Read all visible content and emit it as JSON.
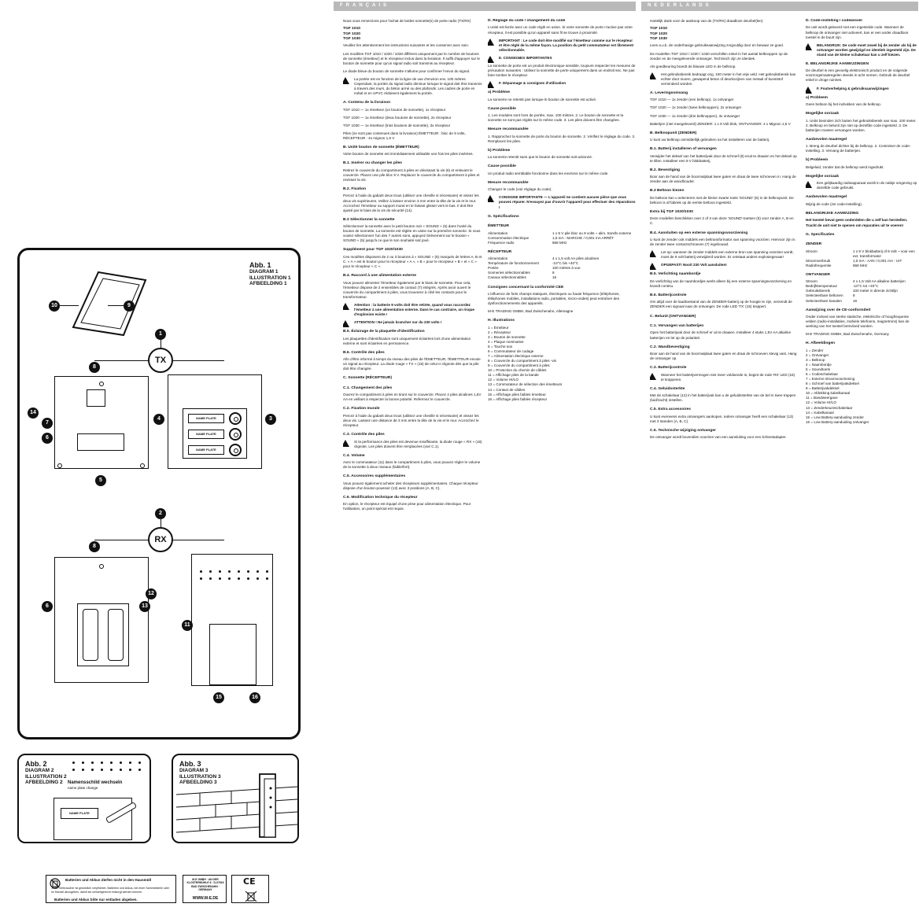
{
  "header": {
    "fr": "FRANÇAIS",
    "nl": "NEDERLANDS"
  },
  "fig1": {
    "title": "Abb. 1",
    "sub1": "DIAGRAM 1",
    "sub2": "ILLUSTRATION 1",
    "sub3": "AFBEELDING 1",
    "tx": "TX",
    "rx": "RX",
    "nameplate": "NAME PLATE",
    "markers": [
      "1",
      "2",
      "3",
      "4",
      "5",
      "6",
      "7",
      "8",
      "9",
      "10",
      "11",
      "12",
      "13",
      "14",
      "15",
      "16"
    ]
  },
  "fig2": {
    "title": "Abb. 2",
    "sub1": "DIAGRAM 2",
    "sub2": "ILLUSTRATION 2",
    "sub3": "AFBEELDING 2",
    "caption": "Namensschild wechseln",
    "caption2": "name plate change",
    "nameplate": "NAME PLATE"
  },
  "fig3": {
    "title": "Abb. 3",
    "sub1": "DIAGRAM 3",
    "sub2": "ILLUSTRATION 3",
    "sub3": "AFBEELDING 3"
  },
  "footer": {
    "battery_title": "Batterien und Akkus dürfen nicht in den Hausmüll",
    "battery_body": "Jeder Verbraucher ist gesetzlich verpflichtet, Batterien und Akkus, bei einer Sammelstelle oder im Handel abzugeben, damit sie umweltgerecht entsorgt werden können.",
    "battery_foot": "Batterien und Akkus bitte nur entladen abgeben.",
    "address": "M-E GMBH · AN DER KLOSTERMÜHLE 6 · D-07616 BAD ZWISCHENAHN · GERMANY",
    "url": "WWW.M-E.DE",
    "ce": "CE"
  },
  "fr": {
    "intro": "Nous vous remercions pour l'achat de la/des sonnette(s) de porte radio (TX/RX)",
    "models": [
      "TGF 1010",
      "TGF 1020",
      "TGF 1030"
    ],
    "read": "Veuillez lire attentivement les instructions suivantes et les conserver avec soin.",
    "p1": "Les modèles TGF 1010 / 1020 / 1030 diffèrent uniquement par le nombre de boutons de sonnette (émetteur) et le récepteur inclus dans la livraison. Il suffit d'appuyer sur le bouton de sonnette pour qu'un signal radio soit transmis au récepteur.",
    "p2": "Le diode bleue du bouton de sonnette s'allume pour confirmer l'envoi du signal.",
    "warn1": "La portée est en fonction de la ligne de vue d'environ env. 100 mètres. Cependant, la portée du signal radio diminue lorsque le signal doit être transmis à travers des murs, du béton armé ou des plafonds. Les cadres de porte en métal et en UPVC réduisent également la portée.",
    "A_title": "A. Contenu de la livraison",
    "A_items": [
      "TGF 1010 — 1x émetteur (un bouton de sonnette), 1x récepteur",
      "TGF 1020 — 1x émetteur (deux boutons de sonnette), 2x récepteur",
      "TGF 1030 — 1x émetteur (trois boutons de sonnette), 3x récepteur"
    ],
    "A_batt": "Piles (ne sont pas contenues dans la livraison) ÉMETTEUR : bloc de 9 volts, RÉCEPTEUR : 4x mignon 1,5 V",
    "B_title": "B. Unité bouton de sonnette (ÉMETTEUR)",
    "B_intro": "Votre bouton de sonnette est immédiatement utilisable une fois les piles insérées.",
    "B1_title": "B.1. Insérer ou changer les piles",
    "B1": "Retirez le couvercle du compartiment à piles en dévissant la vis (6) et enlevant le couvercle. Placez une pile bloc 9 V. Replacez le couvercle du compartiment à piles et revissez la vis.",
    "B2_title": "B.2. Fixation",
    "B2": "Percez à l'aide du gabarit deux trous (utilisez une cheville si nécessaire) et vissez les deux vis supérieures. Veillez à laisser environ 3 mm entre la tête de la vis et le mur. Accrochez l'émetteur au support mural en le faisant glisser vers le bas. Il doit être ajusté par le biais de la vis de sécurité (14).",
    "B3_title": "B.3 Sélectionner la sonnette",
    "B3": "Sélectionnez la sonnette avec le petit bouton noir « SOUND » (5) dans l'unité du bouton de sonnette. La sonnerie est réglée en usine sur la première sonnerie. Si vous voulez sélectionner l'un des 7 autres sons, appuyez brièvement sur le bouton « SOUND » (5) jusqu'à ce que le son souhaité soit joué.",
    "B3s_title": "Supplément pour TGF 1020/1030",
    "B3s": "Ces modèles disposent de 2 ou 3 boutons à « SOUND » (5) marqués de lettres A, B et C. « A » est le bouton pour le récepteur « A », « B » pour le récepteur « B » et « C » pour le récepteur « C ».",
    "B4_title": "B.4. Raccord à une alimentation externe",
    "B4": "Vous pouvez alimenter l'émetteur également par le biais de sonnette. Pour cela, l'émetteur dispose de 2 ensembles de contact (7) intégrés. Après avoir ouvert le couvercle du compartiment à piles, vous trouverez à côté les contacts pour le transformateur.",
    "warn2": "Attention : la batterie 9 volts doit être retirée, quand vous raccordez l'émetteur à une alimentation externe. Dans le cas contraire, un risque d'explosion existe !",
    "warn3": "ATTENTION ! Ne jamais brancher sur du 230 volts !",
    "B5_title": "B.5. Éclairage de la plaquette d'identification",
    "B5": "Les plaquettes d'identification sont uniquement éclairées lors d'une alimentation externe et sont éclairées en permanence.",
    "B6_title": "B.6. Contrôle des piles",
    "B6": "Afin d'être informé à temps du niveau des piles de l'ÉMETTEUR, l'ÉMETTEUR envoie un signal au récepteur. La diode rouge « TX » (15) de celui-ci clignote dès que la pile doit être changée.",
    "C_title": "C. Sonnette (RÉCEPTEUR)",
    "C1_title": "C.1. Changement des piles",
    "C1": "Ouvrez le compartiment à piles en tirant sur le couvercle. Placez 4 piles alcalines 1,5V AA en veillant à respecter la bonne polarité. Refermez le couvercle.",
    "C2_title": "C.2. Fixation murale",
    "C2": "Percez à l'aide du gabarit deux trous (utilisez une cheville si nécessaire) et vissez les deux vis. Laissez une distance de 3 mm entre la tête de la vis et le mur. Accrochez le récepteur.",
    "C3_title": "C.3. Contrôle des piles",
    "C3": "Si la performance des piles est devenue insuffisante, la diode rouge « RX » (16) clignote. Les piles doivent être remplacées (voir C.1).",
    "C4_title": "C.4. Volume",
    "C4": "Avec le commutateur (11) dans le compartiment à piles, vous pouvez régler le volume de la sonnette à deux niveaux (faible/fort).",
    "C5_title": "C.5. Accessoires supplémentaires",
    "C5": "Vous pouvez également acheter des récepteurs supplémentaires. Chaque récepteur dispose d'un bouton-poussoir (13) avec 3 positions (A, B, C).",
    "C6_title": "C.6. Modification technique du récepteur",
    "C6": "En option, le récepteur est équipé d'une prise pour alimentation électrique. Pour l'utilisation, un point spécial est requis.",
    "D_title": "D. Réglage du code / changement du code",
    "D": "L'unité est livrée avec un code réglé en usine. Si votre sonnette de porte n'active pas votre récepteur, il est possible qu'un appareil sans fil se trouve à proximité.",
    "warn4": "IMPORTANT : Le code doit être modifié sur l'émetteur comme sur le récepteur et être réglé de la même façon. La position du petit commutateur est librement sélectionnable.",
    "E_title": "E. CONSIGNES IMPORTANTES",
    "E": "La sonnette de porte est un produit électronique sensible, toujours respecter les mesures de précaution suivantes : Utilisez la sonnette de porte uniquement dans un endroit sec. Ne pas faire tomber le récepteur.",
    "F_title": "F. Dépannage & consignes d'utilisation",
    "Fa_title": "a) Problème",
    "Fa": "La sonnerie ne retentit pas lorsque le bouton de sonnette est activé.",
    "Fa_cause_title": "Cause possible",
    "Fa_cause": "1. Les modules sont hors de portée, max. 100 mètres. 2. Le bouton de sonnette et la sonnette ne sont pas réglés sur le même code. 3. Les piles doivent être changées.",
    "Fa_fix_title": "Mesure recommandée",
    "Fa_fix": "1. Rapprochez la sonnette de porte du bouton de sonnette. 2. Vérifiez le réglage du code. 3. Remplacez les piles.",
    "Fb_title": "b) Problème",
    "Fb": "La sonnerie retentit sans que le bouton de sonnette soit actionné.",
    "Fb_cause_title": "Cause possible",
    "Fb_cause": "Un produit radio semblable fonctionne dans les environs sur le même code.",
    "Fb_fix_title": "Mesure recommandée",
    "Fb_fix": "Changez le code (voir réglage du code).",
    "warn5": "CONSIGNE IMPORTANTE — L'appareil ne contient aucune pièce que vous pouvez réparer. N'essayez pas d'ouvrir l'appareil pour effectuer des réparations !",
    "G_title": "G. Spécifications",
    "G_tx_title": "ÉMETTEUR",
    "G_tx": [
      [
        "Alimentation",
        "1 x 9 V pile bloc ou 9 volts ~ alim. transfo externe"
      ],
      [
        "Consommation électrique",
        "1,5 mA - MARCHE / 0,001 mA ARRÊT"
      ],
      [
        "Fréquence radio",
        "868 MHz"
      ]
    ],
    "G_rx_title": "RÉCEPTEUR",
    "G_rx": [
      [
        "Alimentation",
        "4 x 1,5 volt AA piles alcalines"
      ],
      [
        "Température de fonctionnement",
        "-10°C bis +40°C"
      ],
      [
        "Portée",
        "100 mètres à vue"
      ],
      [
        "Sonneries sélectionnables",
        "8"
      ],
      [
        "Canaux sélectionnables",
        "16"
      ]
    ],
    "CE_title": "Consignes concernant la conformité CEE",
    "CE": "L'influence de forts champs statiques, électriques ou haute fréquence (téléphones, téléphones mobiles, installations radio, portables, micro-ondes) peut entraîner des dysfonctionnements des appareils.",
    "company": "M-E TRADING GMBH, Bad Zwischenahn, Allemagne",
    "H_title": "H. Illustrations",
    "H": [
      "1 = Émetteur",
      "2 = Récepteur",
      "3 = Bouton de sonnette",
      "4 = Plaque nominative",
      "5 = Touche son",
      "6 = Commutateur de codage",
      "7 = Alimentation électrique externe",
      "8 = Couvercle du compartiment à piles -vis",
      "9 = Couvercle du compartiment à piles",
      "10 = Protection du chemin de câbles",
      "11 = Affichage piles de la bande",
      "12 = Volume HI/LO",
      "13 = Commutateur de sélection des émetteurs",
      "14 = Contact de câbles",
      "15 = Affichage piles faibles émetteur",
      "16 = Affichage piles faibles récepteur"
    ]
  },
  "nl": {
    "intro": "Hartelijk dank voor de aankoop van de (TX/RX) draadloze deurbel(len)",
    "models": [
      "TGF 1010",
      "TGF 1020",
      "TGF 1030"
    ],
    "read": "Lees a.u.b. de onderhavige gebruiksaanwijzing zorgvuldig door en bewaar ze goed.",
    "p1": "De modellen TGF 1010 / 1020 / 1030 verschillen enkel in het aantal belknoppen op de zender en de meegeleverde ontvanger. Technisch zijn ze identiek.",
    "p2": "Als goedkeuring brandt de blauwe LED in de belknop.",
    "warn1": "Het gebruiksbereik bedraagt ong. 100 meter in het vrije veld. Het gebruiksbereik kan echter door muren, gewapend beton of deurkozijnen van metaal of kunststof verminderd worden.",
    "A_title": "A. Leveringsomvang",
    "A_items": [
      "TGF 1010 — 1x zender (een belknop), 1x ontvanger",
      "TGF 1020 — 1x zender (twee belknoppen), 2x ontvanger",
      "TGF 1030 — 1x zender (drie belknoppen), 3x ontvanger"
    ],
    "A_batt": "Batterijen (niet meegeleverd) ZENDER: 1 x 9 Volt blok, ONTVANGER: 4 x Mignon 1,5 V",
    "B_title": "B. Belknopunit (ZENDER)",
    "B_intro": "U kunt uw belknop onmiddellijk gebruiken na het installeren van de batterij.",
    "B1_title": "B.1. Batterij installeren of vervangen",
    "B1": "Verwijder het deksel van het batterijvak door de schroef (8) eruit te draaien en het deksel op te tillen. Installeer een 9 V blokbatterij.",
    "B2_title": "B.2. Bevestiging",
    "B2": "Boor aan de hand van de boormalplaat twee gaten en draai de twee schroeven in. Hang de zender aan de wandhouder.",
    "B3_title": "B.3 Beltoon kiezen",
    "B3": "De beltoon kan u selecteren met de kleine zwarte toets 'SOUND' (5) in de belknopunit. De beltoon is af fabriek op de eerste beltoon ingesteld.",
    "B3s_title": "Extra bij TGF 1020/1030",
    "B3s": "Deze modellen beschikken over 2 of 3 van deze 'SOUND'-toetsen (5) voor zender A, B en C.",
    "B4_title": "B.4. Aansluiten op een externe spanningsvoorziening",
    "B4": "U kunt de zender ook middels een beltransformator van spanning voorzien. Hiervoor zijn in de zender twee contactschroeven (7) ingebouwd.",
    "warn2": "Let op: wanneer de zender middels een externe bron van spanning voorzien wordt, moet de 9 volt batterij verwijderd worden. Er ontstaat anders explosiegevaar!",
    "warn3": "OPGEPAST! Nooit 230 Volt aansluiten!",
    "B5_title": "B.5. Verlichting naambordje",
    "B5": "De verlichting van de naambordjes werkt alleen bij een externe spanningsvoorziening en brandt continu.",
    "B6_title": "B.6. Batterijcontrole",
    "B6": "Om altijd over de laadtoestand van de ZENDER-batterij op de hoogte te zijn, verzendt de ZENDER een signaal naar de ontvanger. De rode LED 'TX' (15) knippert.",
    "C_title": "C. Belunit (ONTVANGER)",
    "C1_title": "C.1. Vervangen van batterijen",
    "C1": "Open het batterijvak door de schroef er uit te draaien. Installeer 4 stuks 1,5V AA alkaline batterijen en let op de polariteit.",
    "C2_title": "C.2. Wandbevestiging",
    "C2": "Boor aan de hand van de boormalplaat twee gaten en draai de schroeven stevig vast. Hang de ontvanger op.",
    "C3_title": "C.3. Batterijcontrole",
    "C3": "Wanneer het batterijvermogen niet meer voldoende is, begint de rode 'RX' LED (16) te knipperen.",
    "C4_title": "C.4. Geluidssterkte",
    "C4": "Met de schakelaar (12) in het batterijvak kan u de geluidssterkte van de bel in twee trappen (luid/zacht) instellen.",
    "C5_title": "C.5. Extra accessoires",
    "C5": "U kunt eveneens extra ontvangers aankopen. Iedere ontvanger heeft een schakelaar (13) met 3 standen (A, B, C).",
    "C6_title": "C.6. Technische wijziging ontvanger",
    "C6": "De ontvanger wordt bovendien voorzien van een aansluiting voor een lichtnetadapter.",
    "D_title": "D. Code-instelling / codewissel",
    "D": "De unit wordt geleverd met een ingestelde code. Wanneer de belknop de ontvanger niet activeert, kan er een ander draadloos toestel in de buurt zijn.",
    "warn4": "BELANGRIJK: De code moet zowel bij de zender als bij de ontvanger worden gewijzigd en identiek ingesteld zijn. De stand van de kleine schakelaar kan u zelf kiezen.",
    "E_title": "E. BELANGRIJKE AANWIJZINGEN",
    "E": "De deurbel is een gevoelig elektronisch product en de volgende voorzorgsmaatregelen steeds in acht nemen. Gebruik de deurbel enkel in droge ruimtes.",
    "F_title": "F. Foutverhelping & gebruiksaanwijzingen",
    "Fa_title": "a) Probleem",
    "Fa": "Geen beltoon bij het indrukken van de belknop.",
    "Fa_cause_title": "Mogelijke oorzaak",
    "Fa_cause": "1. Units bevinden zich buiten het gebruiksbereik van max. 100 meter. 2. Belknop en belunit zijn niet op dezelfde code ingesteld. 3. De batterijen moeten vervangen worden.",
    "Fa_fix_title": "Aanbevolen maatregel",
    "Fa_fix": "1. Breng de deurbel dichter bij de belknop. 2. Controleer de code-instelling. 3. Vervang de batterijen.",
    "Fb_title": "b) Probleem",
    "Fb": "Belgeluid, zonder dat de belknop werd ingedrukt.",
    "Fb_cause_title": "Mogelijke oorzaak",
    "Fb_cause": "Een gelijkaardig radioapparaat wordt in de nabije omgeving op dezelfde code gebruikt.",
    "Fb_fix_title": "Aanbevolen maatregel",
    "Fb_fix": "Wijzig de code (zie code-instelling).",
    "E2_title": "BELANGRIJKE AANWIJZING",
    "E2": "Het toestel bevat geen onderdelen die u zelf kan herstellen. Tracht de unit niet te openen om reparaties uit te voeren!",
    "G_title": "G. Specificaties",
    "G_tx_title": "ZENDER",
    "G_tx": [
      [
        "Stroom",
        "1 x 9 V blokbatterij of 9 Volt ~ voor een ext. transformator"
      ],
      [
        "Stroomverbruik",
        "1,5 mA - AAN / 0,001 mA - UIT"
      ],
      [
        "Radiofrequentie",
        "868 MHz"
      ]
    ],
    "G_rx_title": "ONTVANGER",
    "G_rx": [
      [
        "Stroom",
        "4 x 1,5 Volt AA alkaline batterijen"
      ],
      [
        "Bedrijfstemperatuur",
        "-10°C tot +40°C"
      ],
      [
        "Gebruiksbereik",
        "100 meter in directe zichtlijn"
      ],
      [
        "Selecteerbare beltonen",
        "8"
      ],
      [
        "Selecteerbare kanalen",
        "16"
      ]
    ],
    "CE_title": "Aanwijzing over de CE-conformiteit",
    "CE": "Onder invloed van sterke statische, elektrische of hoogfrequente velden (radio-installaties, mobiele telefoons, magnetrons) kan de werking van het toestel beïnvloed worden.",
    "company": "M-E TRADING GMBH, Bad Zwischenahn, Germany",
    "H_title": "H. Afbeeldingen",
    "H": [
      "1 = Zender",
      "2 = Ontvanger",
      "3 = Belknop",
      "4 = Naambordje",
      "5 = Soundtoets",
      "6 = Codeschakelaar",
      "7 = Externe stroomvoorziening",
      "8 = Schroef van batterijvakdeksel",
      "9 = Batterijvakdeksel",
      "10 = Afdekking kabelkanaal",
      "11 = Bandweergave",
      "12 = Volume HI/LO",
      "13 = Zenderkeuzeschakelaar",
      "14 = Kabelkanaal",
      "15 = Low Battery-aanduiding zender",
      "16 = Low Battery-aanduiding ontvanger"
    ]
  }
}
